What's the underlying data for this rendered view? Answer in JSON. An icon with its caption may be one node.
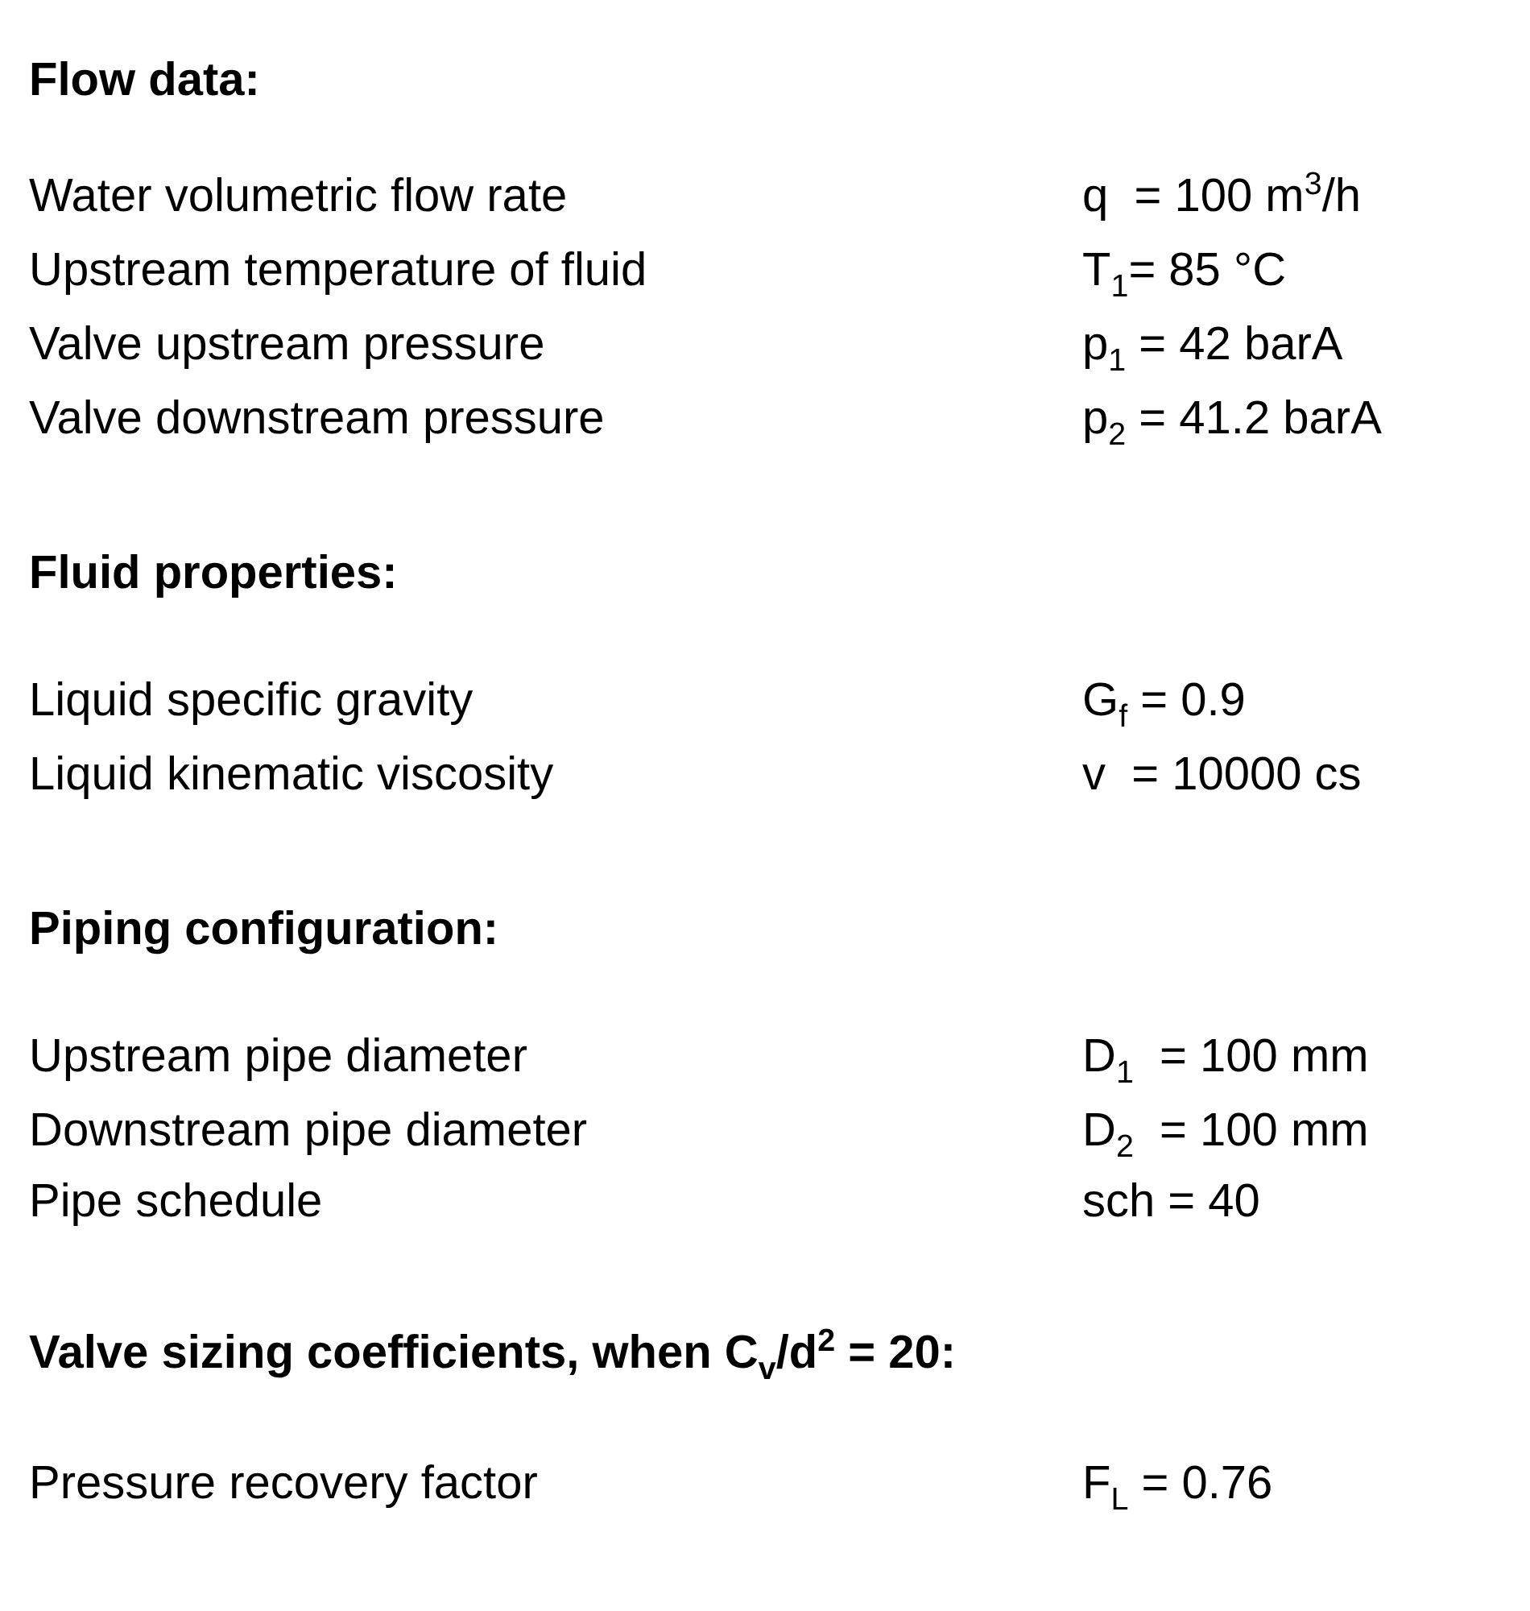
{
  "diagram": {
    "labels": [
      "Flow data:",
      "Water volumetric flow rate",
      "q  = 100 m$^{3}$/h",
      "Upstream temperature of fluid",
      "T$_{1}$= 85 °C",
      "Valve upstream pressure",
      "p$_{1}$ = 42 barA",
      "Valve downstream pressure",
      "p$_{2}$ = 41.2 barA",
      "Fluid properties:",
      "Liquid specific gravity",
      "G$_{f}$ = 0.9",
      "Liquid kinematic viscosity",
      "v  = 10000 cs",
      "Piping configuration:",
      "Upstream pipe diameter",
      "D$_{1}$  = 100 mm",
      "Downstream pipe diameter",
      "D$_{2}$  = 100 mm",
      "Pipe schedule",
      "sch = 40",
      "Valve sizing coefficients, when C$_{v}$/d$^{2}$ = 20:",
      "Pressure recovery factor",
      "F$_{L}$ = 0.76"
    ]
  }
}
